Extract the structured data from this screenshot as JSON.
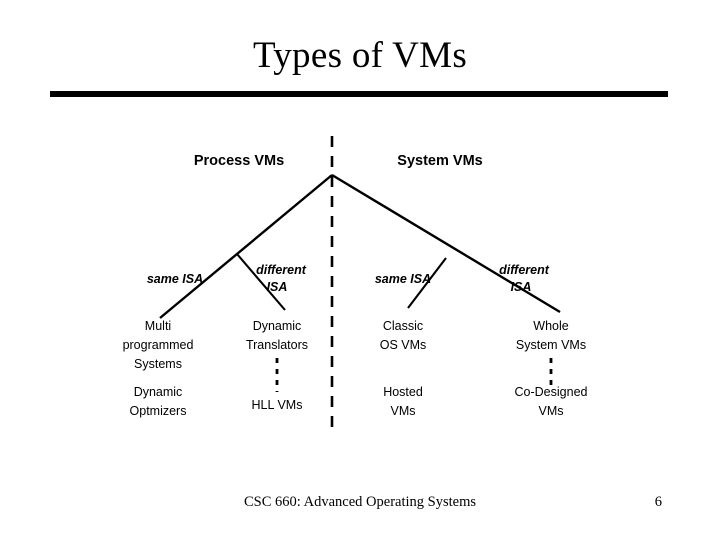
{
  "slide": {
    "title": "Types of VMs",
    "page_number": "6",
    "footer": "CSC 660: Advanced Operating Systems",
    "accent_color": "#000000",
    "background_color": "#ffffff"
  },
  "diagram": {
    "headers": [
      {
        "id": "process-vms",
        "label": "Process VMs"
      },
      {
        "id": "system-vms",
        "label": "System VMs"
      }
    ],
    "edge_labels": [
      {
        "id": "process-same-isa",
        "line1": "same ISA",
        "line2": ""
      },
      {
        "id": "process-different-isa",
        "line1": "different",
        "line2": "ISA"
      },
      {
        "id": "system-same-isa",
        "line1": "same ISA",
        "line2": ""
      },
      {
        "id": "system-different-isa",
        "line1": "different",
        "line2": "ISA"
      }
    ],
    "leaves": [
      {
        "id": "multiprogrammed-systems",
        "lines": [
          "Multi",
          "programmed",
          "Systems"
        ]
      },
      {
        "id": "dynamic-optimizers",
        "lines": [
          "Dynamic",
          "Optmizers"
        ]
      },
      {
        "id": "dynamic-translators",
        "lines": [
          "Dynamic",
          "Translators"
        ]
      },
      {
        "id": "hll-vms",
        "lines": [
          "HLL VMs"
        ]
      },
      {
        "id": "classic-os-vms",
        "lines": [
          "Classic",
          "OS VMs"
        ]
      },
      {
        "id": "hosted-vms",
        "lines": [
          "Hosted",
          "VMs"
        ]
      },
      {
        "id": "whole-system-vms",
        "lines": [
          "Whole",
          "System VMs"
        ]
      },
      {
        "id": "co-designed-vms",
        "lines": [
          "Co-Designed",
          "VMs"
        ]
      }
    ]
  }
}
